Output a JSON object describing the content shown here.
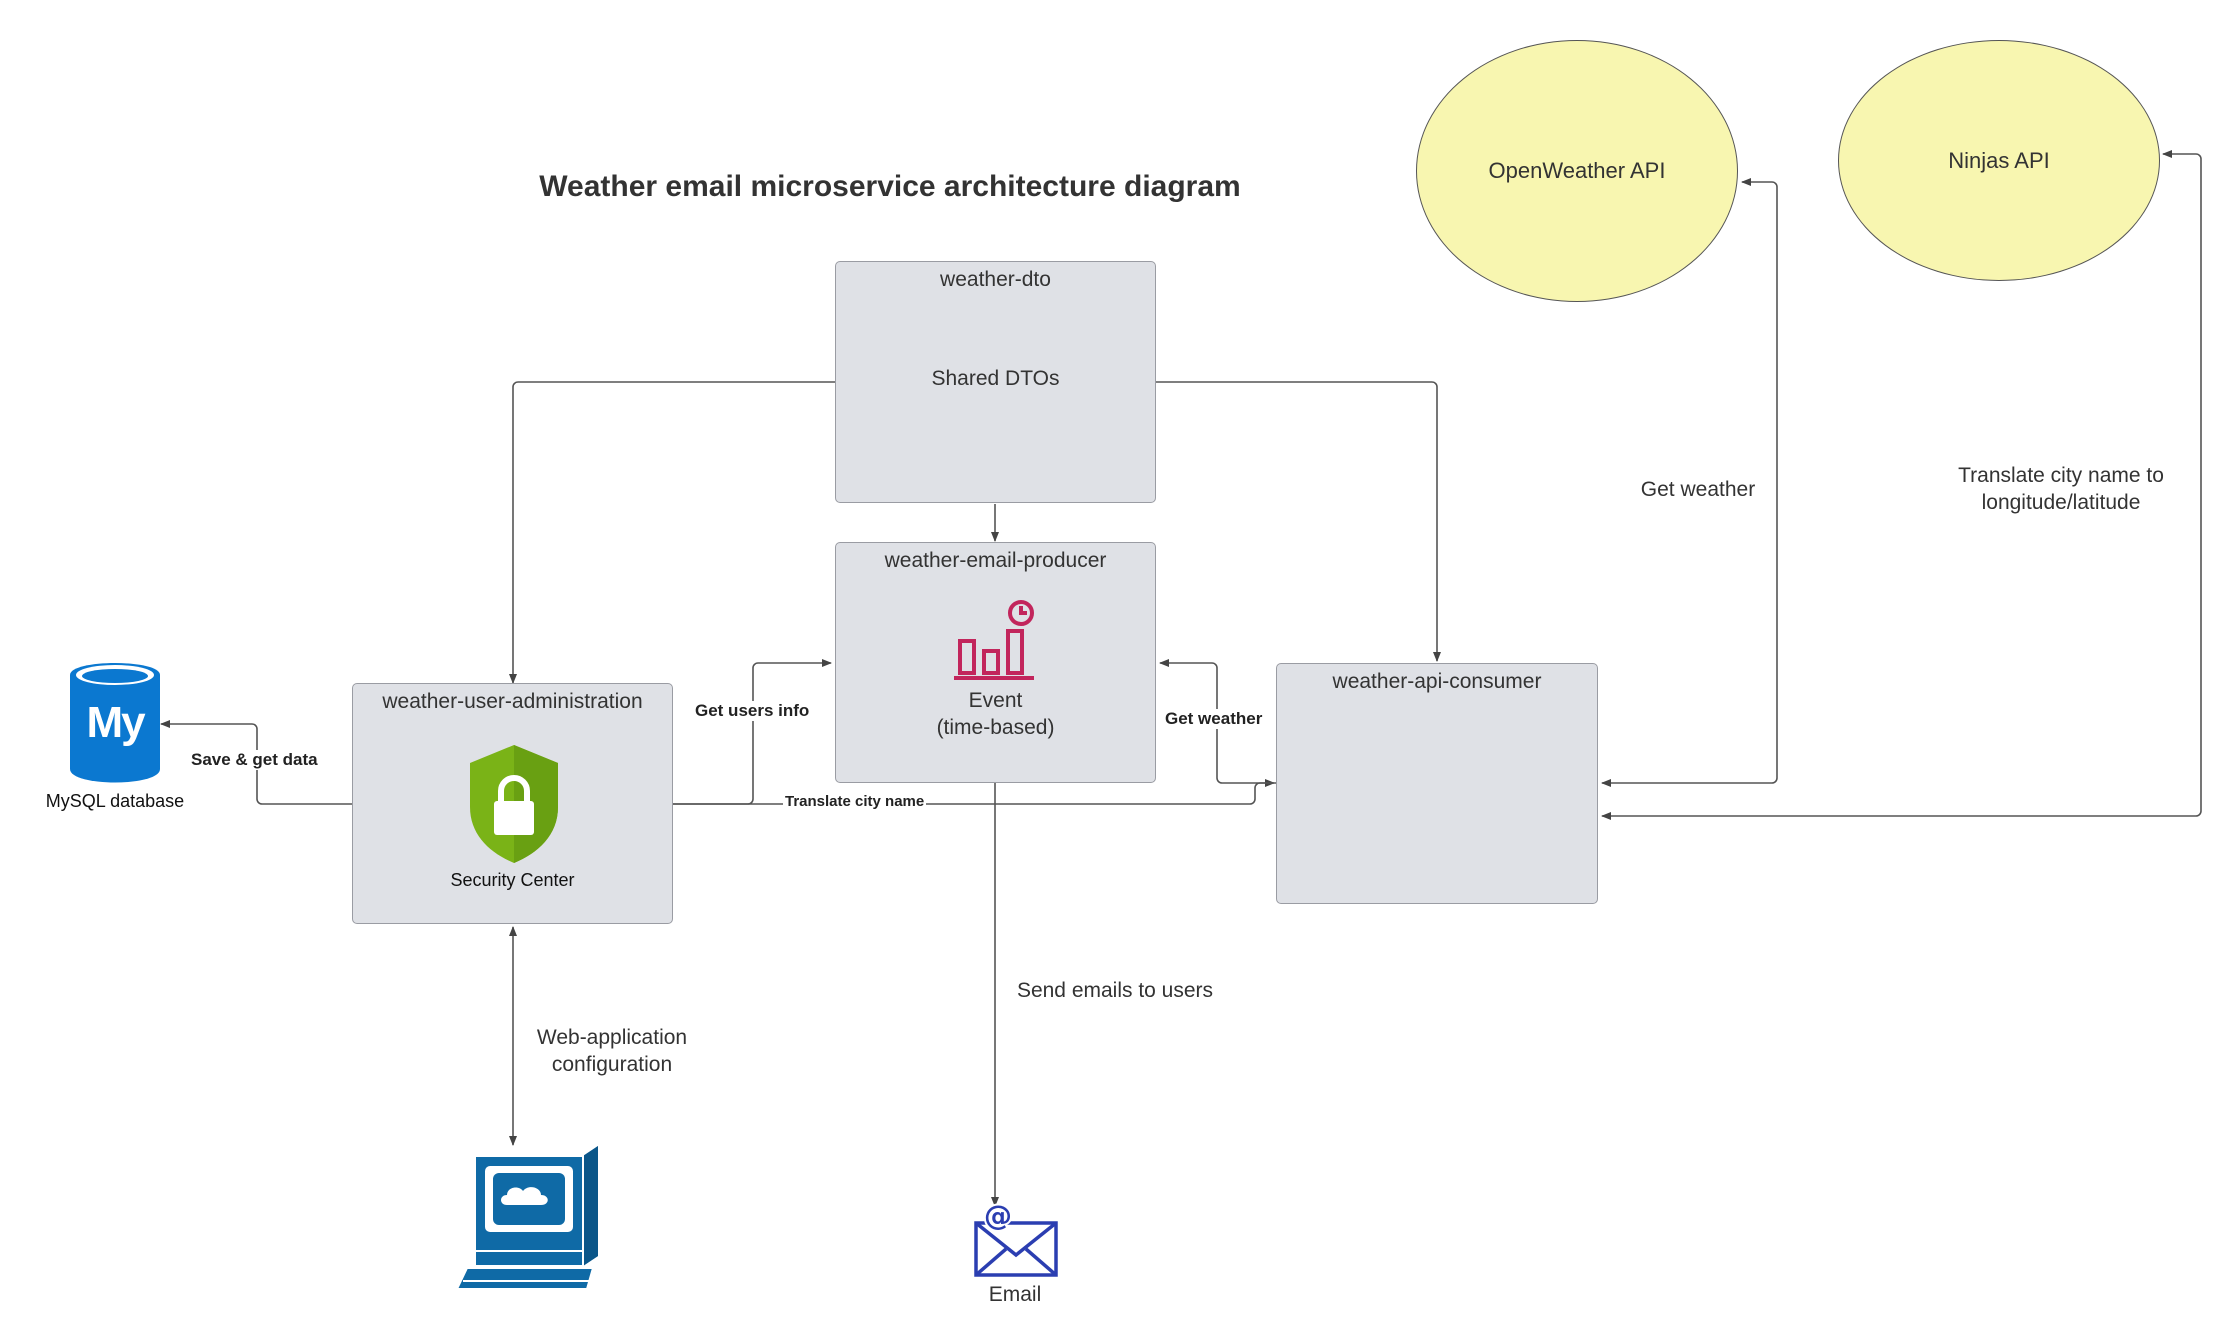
{
  "title": "Weather email microservice architecture diagram",
  "nodes": {
    "weather_dto": {
      "title": "weather-dto",
      "body": "Shared DTOs"
    },
    "producer": {
      "title": "weather-email-producer",
      "event_line1": "Event",
      "event_line2": "(time-based)"
    },
    "user_admin": {
      "title": "weather-user-administration",
      "security_label": "Security Center"
    },
    "api_consumer": {
      "title": "weather-api-consumer"
    },
    "openweather": {
      "label": "OpenWeather API"
    },
    "ninjas": {
      "label": "Ninjas API"
    },
    "mysql": {
      "label": "MySQL database",
      "logo_text": "My"
    },
    "email": {
      "label": "Email"
    }
  },
  "edges": {
    "save_get_data": "Save & get data",
    "get_users_info": "Get users info",
    "get_weather_producer": "Get weather",
    "translate_city_name": "Translate city name",
    "get_weather_api": "Get weather",
    "translate_city_line1": "Translate city name to",
    "translate_city_line2": "longitude/latitude",
    "send_emails": "Send emails to users",
    "web_app_line1": "Web-application",
    "web_app_line2": "configuration"
  },
  "colors": {
    "box_fill": "#dfe1e6",
    "ellipse_fill": "#f8f6b0",
    "mysql_blue": "#0b78d0",
    "event_icon": "#c2255c",
    "shield_green": "#7ab317",
    "computer_blue": "#0f6aa6",
    "email_blue": "#2b3eb1"
  }
}
